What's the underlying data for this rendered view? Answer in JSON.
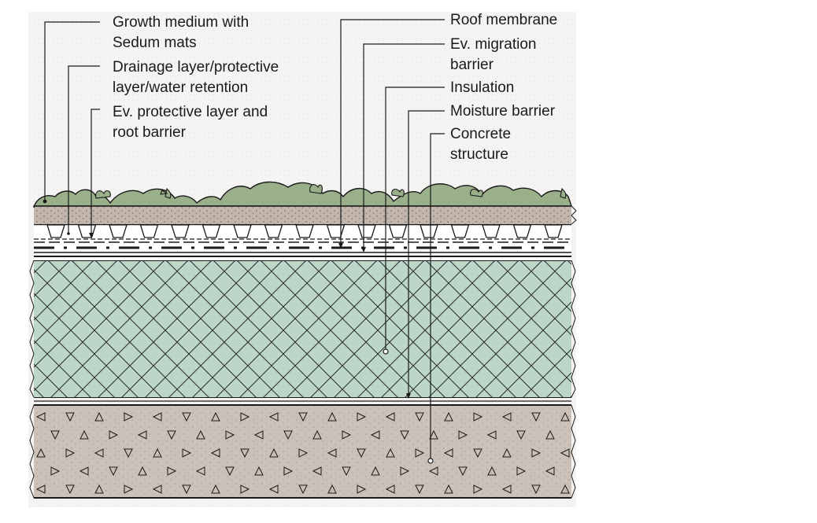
{
  "labels": {
    "growth_medium": [
      "Growth medium with",
      "Sedum mats"
    ],
    "drainage": [
      "Drainage layer/protective",
      "layer/water retention"
    ],
    "root_barrier": [
      "Ev. protective layer and",
      "root barrier"
    ],
    "roof_membrane": [
      "Roof membrane"
    ],
    "migration_barrier": [
      "Ev. migration",
      "barrier"
    ],
    "insulation": [
      "Insulation"
    ],
    "moisture_barrier": [
      "Moisture barrier"
    ],
    "concrete": [
      "Concrete",
      "structure"
    ]
  },
  "colors": {
    "background": "#f6f4f2",
    "vegetation": "#99b08a",
    "soil": "#c2b6ac",
    "insulation": "#bcd7c8",
    "concrete": "#cbc1b8",
    "line": "#1a1a1a"
  }
}
